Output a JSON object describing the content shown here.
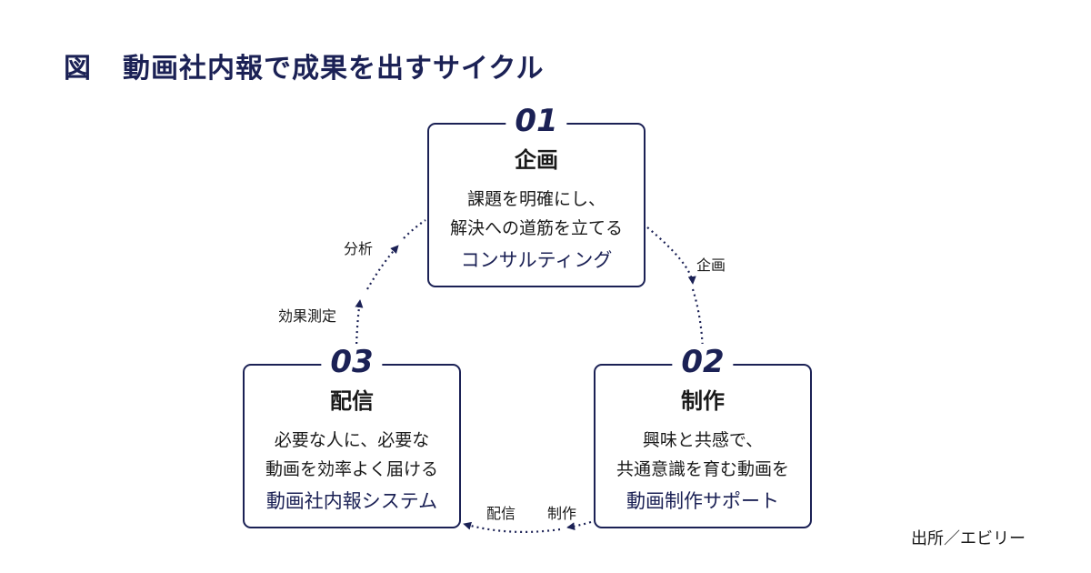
{
  "title": {
    "prefix": "図",
    "text": "動画社内報で成果を出すサイクル"
  },
  "steps": [
    {
      "number": "01",
      "heading": "企画",
      "description": [
        "課題を明確にし、",
        "解決への道筋を立てる"
      ],
      "service": "コンサルティング"
    },
    {
      "number": "02",
      "heading": "制作",
      "description": [
        "興味と共感で、",
        "共通意識を育む動画を"
      ],
      "service": "動画制作サポート"
    },
    {
      "number": "03",
      "heading": "配信",
      "description": [
        "必要な人に、必要な",
        "動画を効率よく届ける"
      ],
      "service": "動画社内報システム"
    }
  ],
  "edge_labels": {
    "plan": "企画",
    "produce": "制作",
    "deliver": "配信",
    "measure": "効果測定",
    "analyze": "分析"
  },
  "source": "出所／エビリー",
  "colors": {
    "navy": "#1b2155",
    "text": "#1a1a1a",
    "background": "#ffffff"
  }
}
